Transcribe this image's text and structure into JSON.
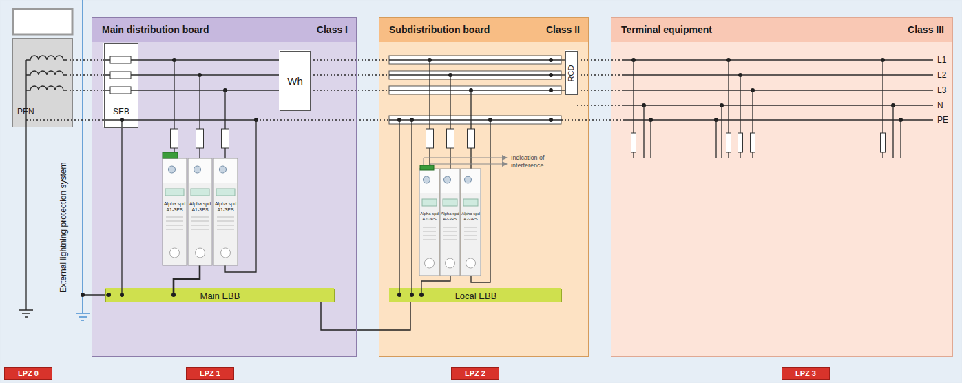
{
  "diagram": {
    "nodes": [
      {
        "text": [
          "PEN"
        ]
      },
      {
        "text": [
          "Main distribution board",
          "Class I"
        ]
      },
      {
        "text": [
          "SEB"
        ],
        "in": 1
      },
      {
        "text": [
          "Wh"
        ],
        "in": 1
      },
      {
        "text": [
          "Main EBB"
        ],
        "in": 1
      },
      {
        "text": [
          "Subdistribution board",
          "Class II"
        ]
      },
      {
        "text": [
          "RCD"
        ],
        "in": 5
      },
      {
        "text": [
          "Local EBB"
        ],
        "in": 5
      },
      {
        "text": [
          "Terminal equipment",
          "Class III"
        ]
      },
      {
        "text": [
          "LPZ 0"
        ]
      },
      {
        "text": [
          "LPZ 1"
        ]
      },
      {
        "text": [
          "LPZ 2"
        ]
      },
      {
        "text": [
          "LPZ 3"
        ]
      }
    ],
    "edges": [
      {
        "from": 4,
        "to": 7,
        "arrow": "none"
      }
    ],
    "labels": [
      "External lightning protection system",
      "Alpha spd",
      "A1-3PS",
      "Alpha spd",
      "A1-3PS",
      "Alpha spd",
      "A1-3PS",
      "Indication of interference",
      "Alpha spd",
      "A2-3PS",
      "Alpha spd",
      "A2-3PS",
      "Alpha spd",
      "A2-3PS",
      "L1",
      "L2",
      "L3",
      "N",
      "PE"
    ]
  }
}
